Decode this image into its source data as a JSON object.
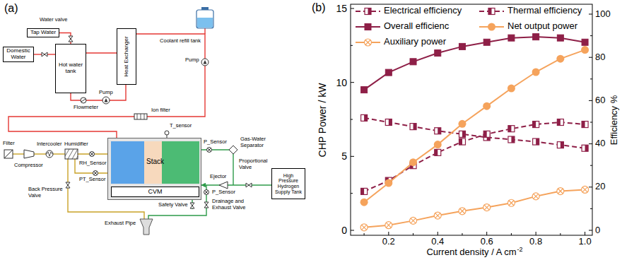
{
  "diagram": {
    "nodes": [
      {
        "text": [
          "Tap Water"
        ]
      },
      {
        "text": [
          "Domestic Water"
        ]
      },
      {
        "text": [
          "Hot water tank"
        ]
      },
      {
        "text": [
          "Heat Exchanger"
        ]
      },
      {
        "text": [
          "Stack"
        ]
      },
      {
        "text": [
          "CVM"
        ],
        "in": 4
      },
      {
        "text": [
          "High Pressure Hydrogen Supply Tank"
        ]
      }
    ],
    "edges": [
      {
        "from": 0,
        "to": 2,
        "arrow": "none"
      },
      {
        "from": 2,
        "to": 1,
        "arrow": "none"
      },
      {
        "from": 3,
        "to": 2,
        "arrow": "none"
      },
      {
        "from": 2,
        "to": 3,
        "arrow": "none"
      },
      {
        "from": 3,
        "to": 4,
        "arrow": "none"
      },
      {
        "from": 6,
        "to": 4,
        "arrow": "to"
      }
    ],
    "labels": [
      "(a)",
      "Water valve",
      "Coolant refill tank",
      "Pump",
      "Pump",
      "Flowmeter",
      "Ion filter",
      "T_sensor",
      "Filter",
      "Compressor",
      "Intercooler",
      "Humidifier",
      "RH_Sensor",
      "PT_Sensor",
      "Back Pressure Valve",
      "P_Sensor",
      "Gas-Water Separator",
      "Proportional Valve",
      "Ejector",
      "P_Sensor",
      "Safety Valve",
      "Drainage and Exhaust Valve",
      "Exhaust Pipe",
      "(b)",
      "CHP Power / kW",
      "Efficiency %",
      "Current density / A cm",
      "-2",
      "0.2",
      "0.4",
      "0.6",
      "0.8",
      "1.0",
      "0",
      "5",
      "10",
      "15",
      "0",
      "20",
      "40",
      "60",
      "80",
      "100"
    ],
    "legend": [
      {
        "text": "Electrical efficiency"
      },
      {
        "text": "Thermal efficiency"
      },
      {
        "text": "Overall efficienc"
      },
      {
        "text": "Net output power"
      },
      {
        "text": "Auxiliary power"
      }
    ]
  }
}
